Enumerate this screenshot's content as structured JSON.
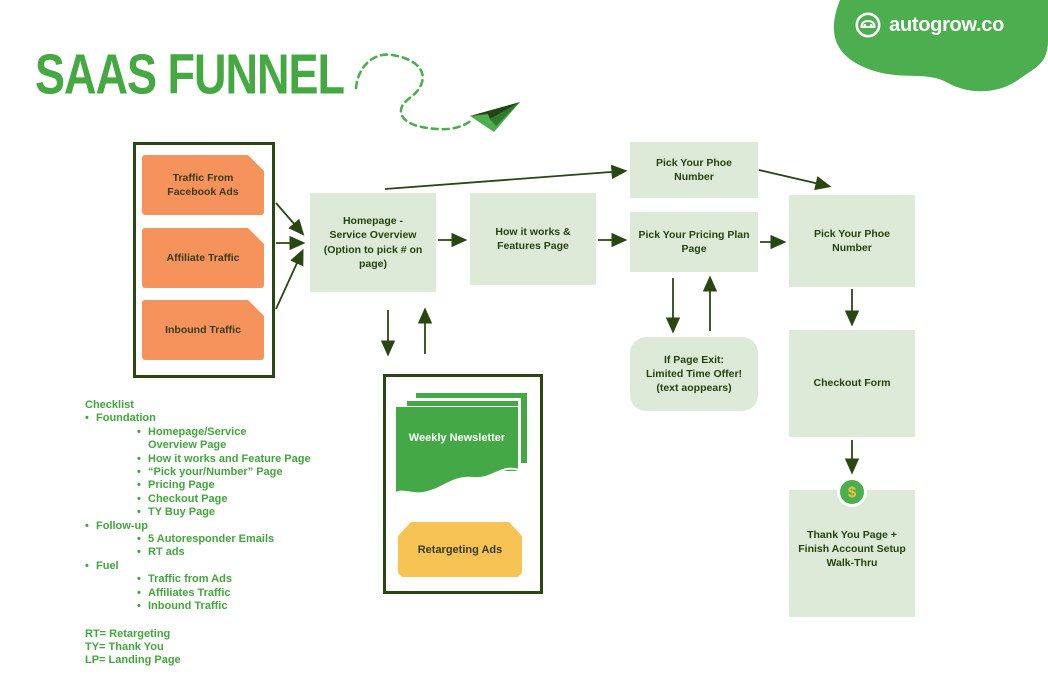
{
  "logo": {
    "brand": "autogrow.co",
    "icon": "car-face-icon"
  },
  "title": "SAAS FUNNEL",
  "colors": {
    "brand_green": "#4cae4e",
    "bright_green_text": "#45a843",
    "dark_green": "#2a4713",
    "box_green": "#dcead7",
    "box_text": "#26430f",
    "orange": "#f6935d",
    "yellow": "#f8c355",
    "newsletter_green": "#44a846",
    "dollar_yellow": "#f3c33e"
  },
  "traffic": {
    "items": [
      {
        "label": "Traffic From\nFacebook Ads"
      },
      {
        "label": "Affiliate Traffic"
      },
      {
        "label": "Inbound Traffic"
      }
    ]
  },
  "flow": {
    "homepage": "Homepage -\nService Overview\n(Option to pick # on page)",
    "how_it_works": "How it works &\nFeatures Page",
    "pick_phone_top": "Pick Your Phoe\nNumber",
    "pricing_plan": "Pick Your Pricing Plan\nPage",
    "pick_phone_right": "Pick Your Phoe\nNumber",
    "exit_offer": "If Page Exit:\nLimited Time Offer!\n(text aoppears)",
    "checkout": "Checkout Form",
    "thank_you": "Thank You Page +\nFinish Account Setup\nWalk-Thru",
    "dollar_symbol": "$"
  },
  "nurture": {
    "newsletter": "Weekly Newsletter",
    "retargeting": "Retargeting Ads"
  },
  "checklist": {
    "title": "Checklist",
    "sections": [
      {
        "label": "Foundation",
        "items": [
          "Homepage/Service\nOverview Page",
          "How it works and Feature Page",
          "“Pick your/Number” Page",
          "Pricing Page",
          "Checkout Page",
          "TY Buy Page"
        ]
      },
      {
        "label": "Follow-up",
        "items": [
          "5 Autoresponder Emails",
          "RT ads"
        ]
      },
      {
        "label": "Fuel",
        "items": [
          "Traffic from Ads",
          "Affiliates Traffic",
          "Inbound Traffic"
        ]
      }
    ],
    "legend": [
      "RT= Retargeting",
      "TY= Thank You",
      "LP= Landing Page"
    ]
  }
}
